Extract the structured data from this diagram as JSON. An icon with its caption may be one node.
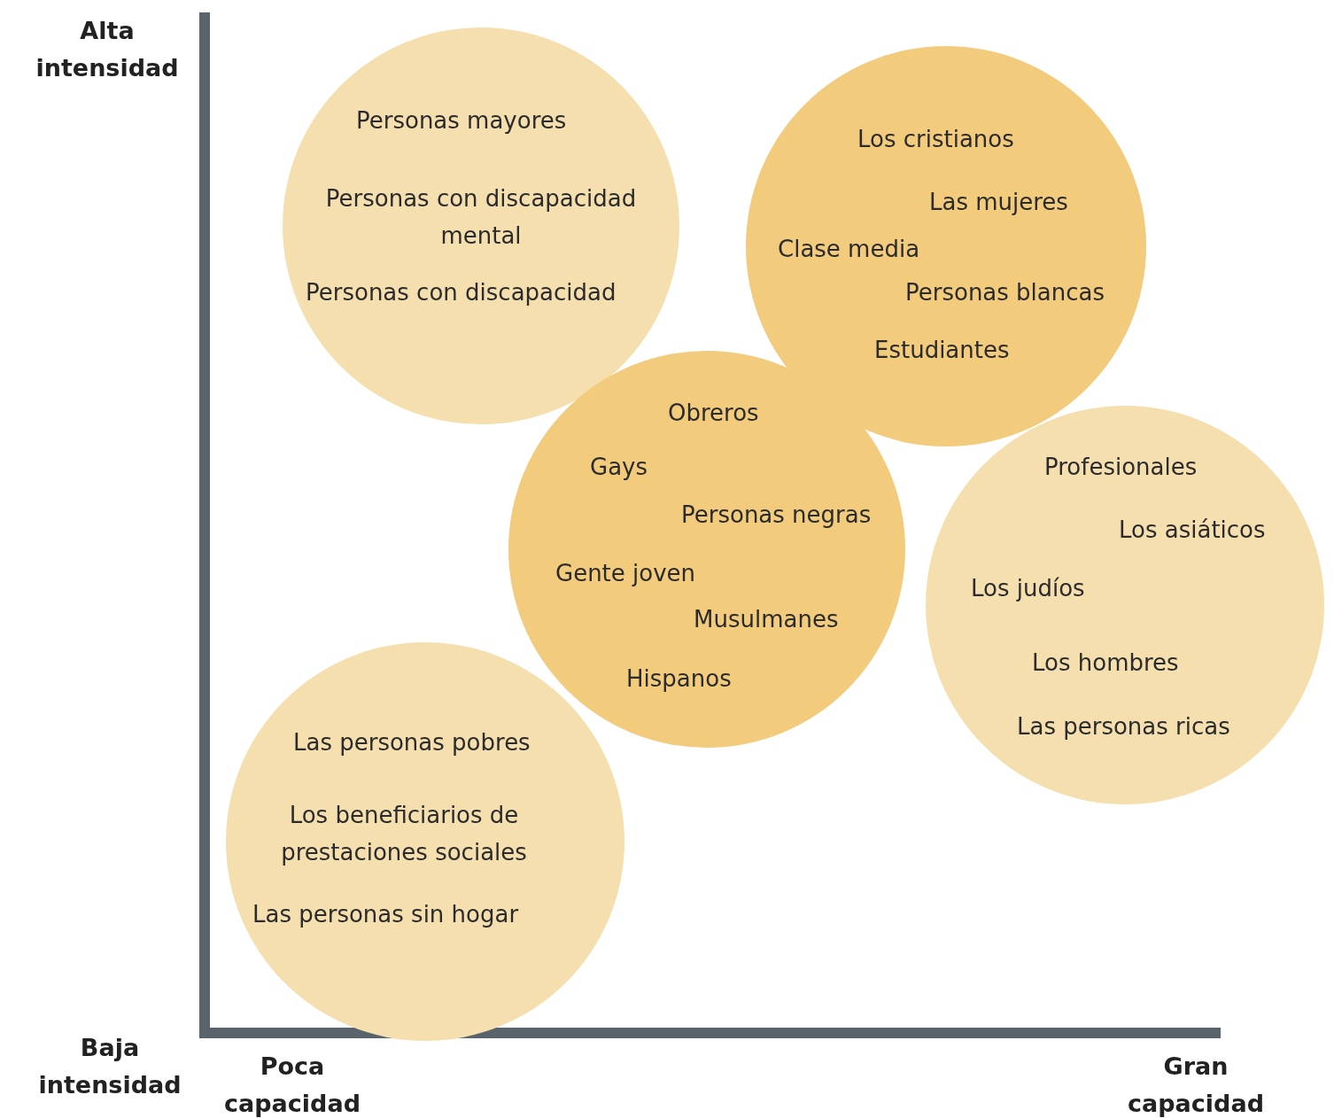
{
  "diagram": {
    "nodes": [
      {
        "text": [
          "Personas mayores",
          "Personas con discapacidad mental",
          "Personas con discapacidad"
        ]
      },
      {
        "text": [
          "Obreros",
          "Gays",
          "Personas negras",
          "Gente joven",
          "Musulmanes",
          "Hispanos"
        ]
      },
      {
        "text": [
          "Los cristianos",
          "Las mujeres",
          "Clase media",
          "Personas blancas",
          "Estudiantes"
        ]
      },
      {
        "text": [
          "Profesionales",
          "Los asiáticos",
          "Los judíos",
          "Los hombres",
          "Las personas ricas"
        ]
      },
      {
        "text": [
          "Las personas pobres",
          "Los beneficiarios de prestaciones sociales",
          "Las personas sin hogar"
        ]
      }
    ],
    "labels": [
      "Alta intensidad",
      "Baja intensidad",
      "Poca capacidad",
      "Gran capacidad"
    ]
  }
}
